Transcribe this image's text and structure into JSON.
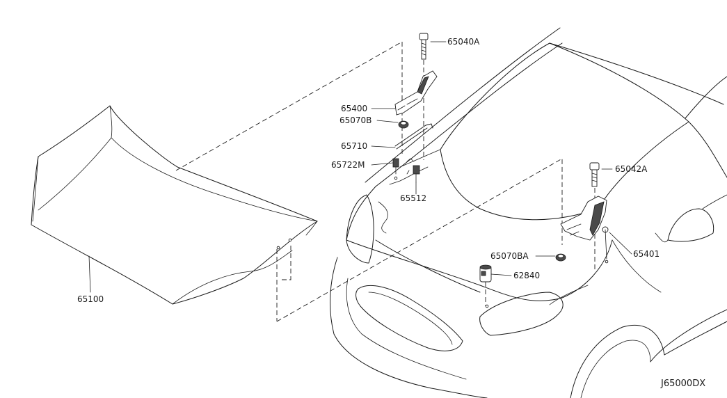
{
  "parts": [
    {
      "id": "65040A",
      "label": "65040A"
    },
    {
      "id": "65400",
      "label": "65400"
    },
    {
      "id": "65070B",
      "label": "65070B"
    },
    {
      "id": "65710",
      "label": "65710"
    },
    {
      "id": "65722M",
      "label": "65722M"
    },
    {
      "id": "65512",
      "label": "65512"
    },
    {
      "id": "65042A",
      "label": "65042A"
    },
    {
      "id": "65401",
      "label": "65401"
    },
    {
      "id": "65070BA",
      "label": "65070BA"
    },
    {
      "id": "62840",
      "label": "62840"
    },
    {
      "id": "65100",
      "label": "65100"
    }
  ],
  "diagram_code": "J65000DX"
}
